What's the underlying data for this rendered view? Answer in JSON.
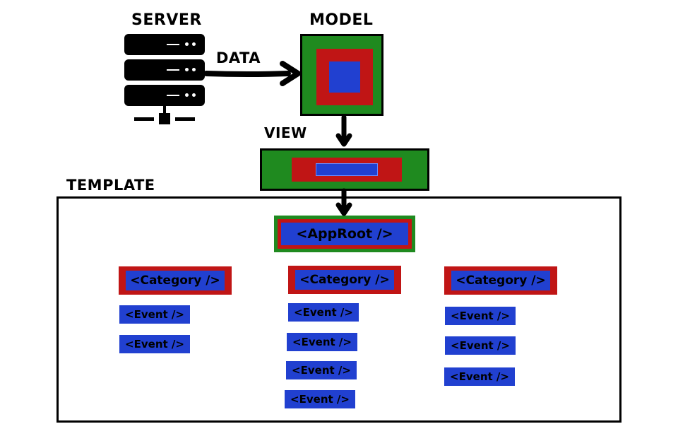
{
  "labels": {
    "server": "SERVER",
    "model": "MODEL",
    "data": "DATA",
    "view": "VIEW",
    "template": "TEMPLATE"
  },
  "template": {
    "app_root": "<AppRoot />",
    "columns": [
      {
        "category": "<Category />",
        "events": [
          "<Event />",
          "<Event />"
        ]
      },
      {
        "category": "<Category />",
        "events": [
          "<Event />",
          "<Event />",
          "<Event />",
          "<Event />"
        ]
      },
      {
        "category": "<Category />",
        "events": [
          "<Event />",
          "<Event />",
          "<Event />"
        ]
      }
    ]
  },
  "colors": {
    "green": "#1f8a1f",
    "red": "#c01515",
    "blue": "#2140d0",
    "black": "#000000"
  }
}
